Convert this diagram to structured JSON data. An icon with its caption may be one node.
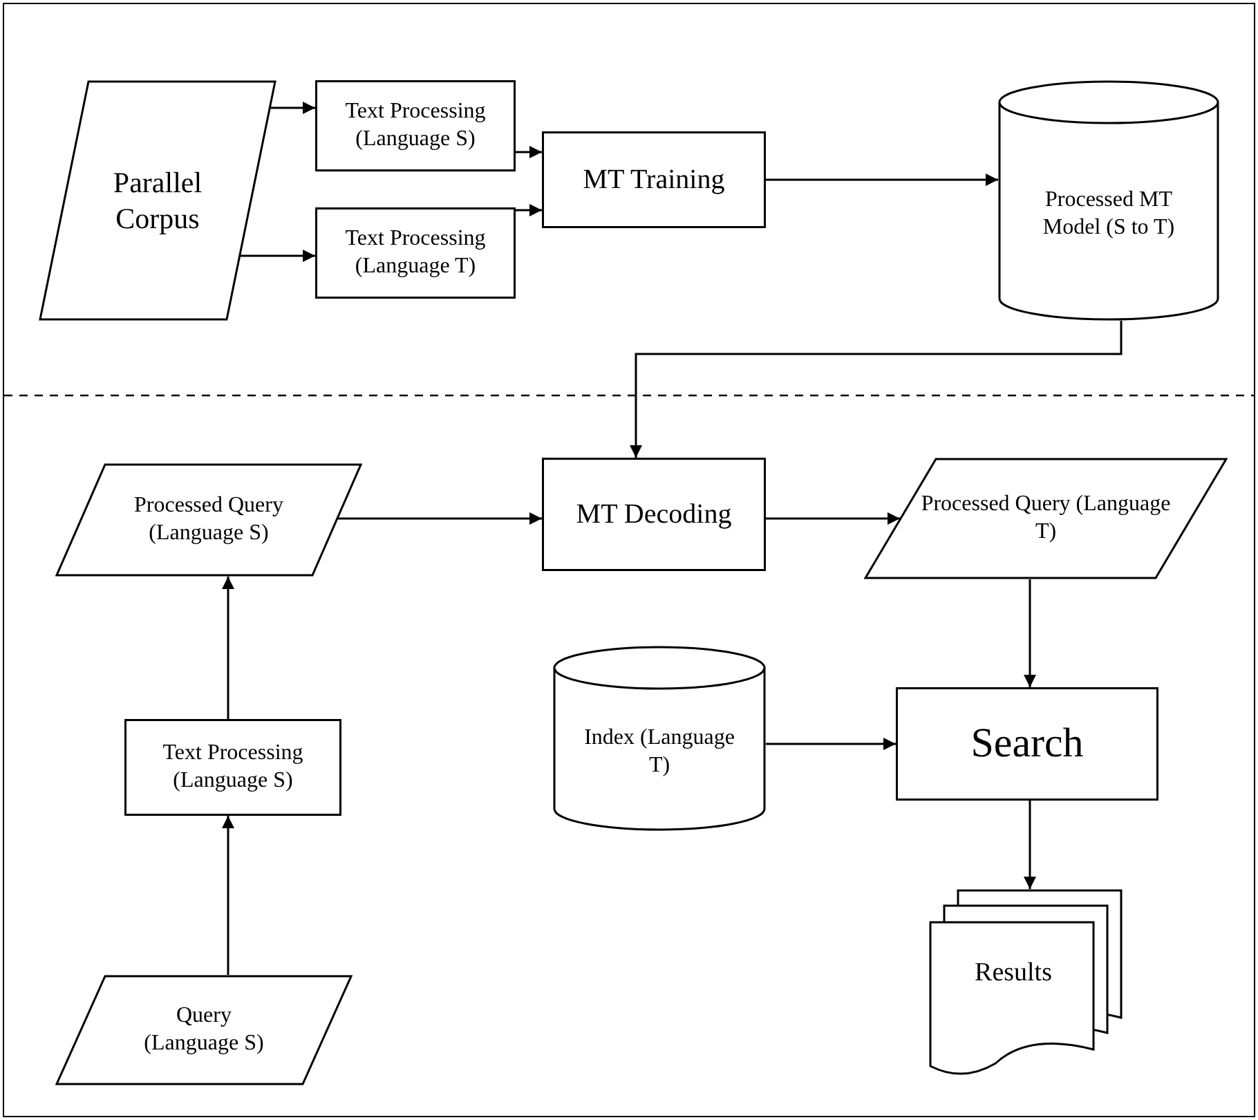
{
  "diagram": {
    "nodes": [
      {
        "text": [
          "Parallel Corpus"
        ]
      },
      {
        "text": [
          "Text Processing (Language S)"
        ]
      },
      {
        "text": [
          "Text Processing (Language T)"
        ]
      },
      {
        "text": [
          "MT Training"
        ]
      },
      {
        "text": [
          "Processed MT Model (S to T)"
        ]
      },
      {
        "text": [
          "Processed Query (Language S)"
        ]
      },
      {
        "text": [
          "MT Decoding"
        ]
      },
      {
        "text": [
          "Processed Query (Language T)"
        ]
      },
      {
        "text": [
          "Index (Language T)"
        ]
      },
      {
        "text": [
          "Search"
        ]
      },
      {
        "text": [
          "Text Processing (Language S)"
        ]
      },
      {
        "text": [
          "Results"
        ]
      },
      {
        "text": [
          "Query (Language S)"
        ]
      }
    ],
    "edges": [
      {
        "from": 0,
        "to": 1,
        "arrow": "to"
      },
      {
        "from": 0,
        "to": 2,
        "arrow": "to"
      },
      {
        "from": 1,
        "to": 3,
        "arrow": "to"
      },
      {
        "from": 2,
        "to": 3,
        "arrow": "to"
      },
      {
        "from": 3,
        "to": 4,
        "arrow": "to"
      },
      {
        "from": 4,
        "to": 6,
        "arrow": "to"
      },
      {
        "from": 5,
        "to": 6,
        "arrow": "to"
      },
      {
        "from": 6,
        "to": 7,
        "arrow": "to"
      },
      {
        "from": 7,
        "to": 9,
        "arrow": "to"
      },
      {
        "from": 8,
        "to": 9,
        "arrow": "to"
      },
      {
        "from": 9,
        "to": 11,
        "arrow": "to"
      },
      {
        "from": 10,
        "to": 5,
        "arrow": "to"
      },
      {
        "from": 12,
        "to": 10,
        "arrow": "to"
      }
    ]
  }
}
